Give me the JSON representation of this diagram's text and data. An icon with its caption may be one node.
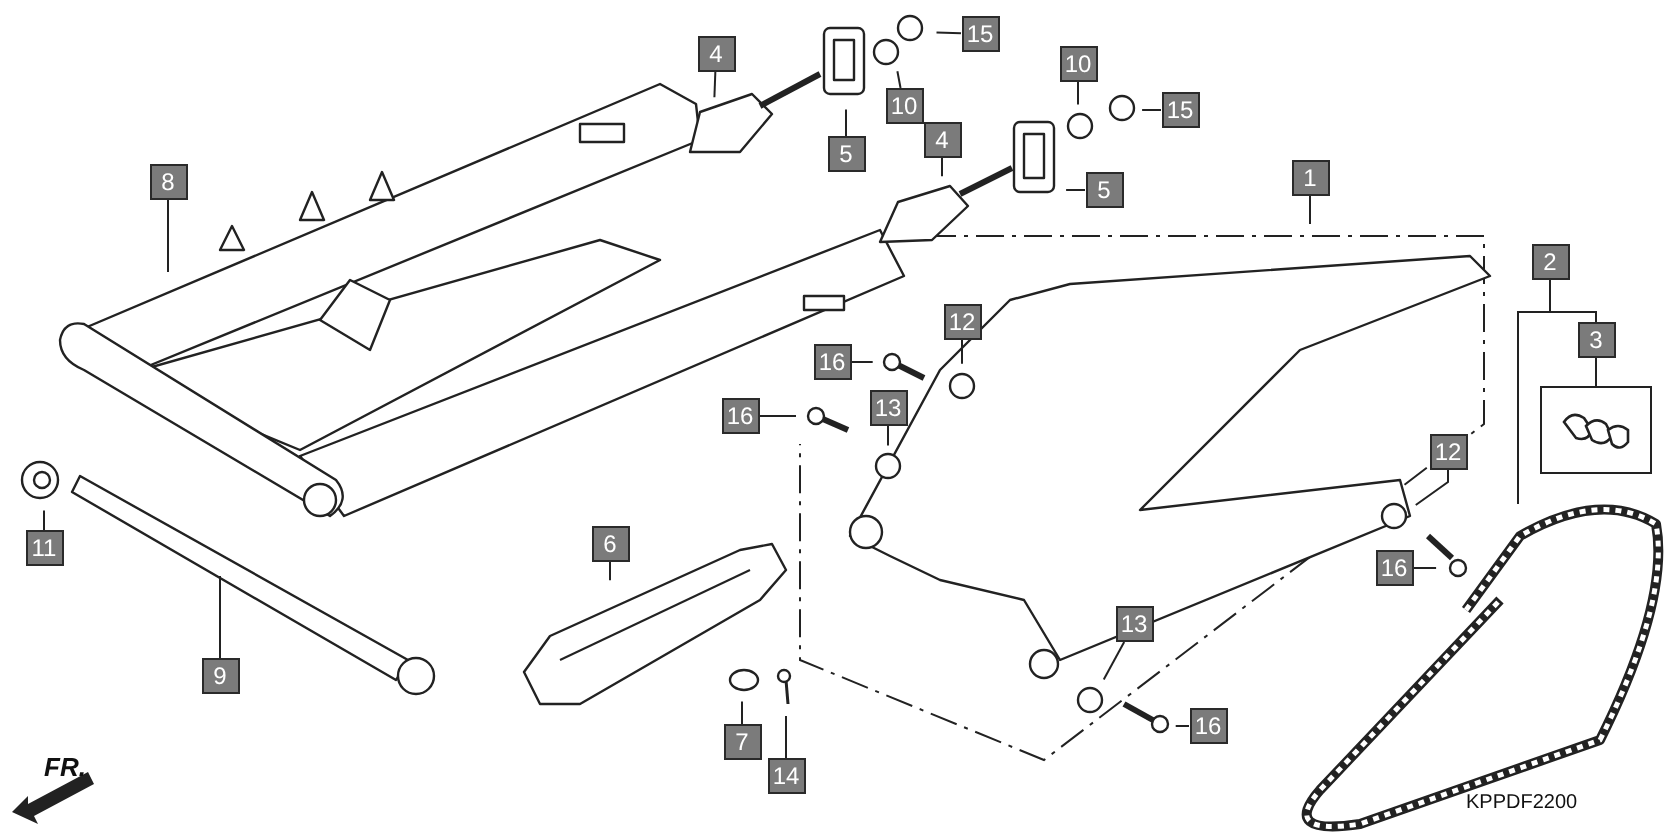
{
  "diagram": {
    "nodes": [
      {
        "text": [
          "4"
        ]
      },
      {
        "text": [
          "15"
        ]
      },
      {
        "text": [
          "10"
        ]
      },
      {
        "text": [
          "10"
        ]
      },
      {
        "text": [
          "15"
        ]
      },
      {
        "text": [
          "5"
        ]
      },
      {
        "text": [
          "4"
        ]
      },
      {
        "text": [
          "5"
        ]
      },
      {
        "text": [
          "8"
        ]
      },
      {
        "text": [
          "1"
        ]
      },
      {
        "text": [
          "2"
        ]
      },
      {
        "text": [
          "3"
        ]
      },
      {
        "text": [
          "12"
        ]
      },
      {
        "text": [
          "16"
        ]
      },
      {
        "text": [
          "13"
        ]
      },
      {
        "text": [
          "16"
        ]
      },
      {
        "text": [
          "12"
        ]
      },
      {
        "text": [
          "11"
        ]
      },
      {
        "text": [
          "6"
        ]
      },
      {
        "text": [
          "16"
        ]
      },
      {
        "text": [
          "9"
        ]
      },
      {
        "text": [
          "13"
        ]
      },
      {
        "text": [
          "7"
        ]
      },
      {
        "text": [
          "16"
        ]
      },
      {
        "text": [
          "14"
        ]
      },
      {
        "text": [],
        "shape": "box"
      }
    ],
    "edges": [
      {
        "from": 0,
        "to": null,
        "arrow": "none"
      },
      {
        "from": 1,
        "to": null,
        "arrow": "none"
      },
      {
        "from": 2,
        "to": null,
        "arrow": "none"
      },
      {
        "from": 3,
        "to": null,
        "arrow": "none"
      },
      {
        "from": 4,
        "to": null,
        "arrow": "none"
      },
      {
        "from": 5,
        "to": null,
        "arrow": "none"
      },
      {
        "from": 6,
        "to": null,
        "arrow": "none"
      },
      {
        "from": 7,
        "to": null,
        "arrow": "none"
      },
      {
        "from": 8,
        "to": null,
        "arrow": "none"
      },
      {
        "from": 9,
        "to": null,
        "arrow": "none"
      },
      {
        "from": 10,
        "to": null,
        "arrow": "none"
      },
      {
        "from": 10,
        "to": 11,
        "arrow": "none"
      },
      {
        "from": 11,
        "to": 25,
        "arrow": "none"
      },
      {
        "from": 12,
        "to": null,
        "arrow": "none"
      },
      {
        "from": 13,
        "to": null,
        "arrow": "none"
      },
      {
        "from": 14,
        "to": null,
        "arrow": "none"
      },
      {
        "from": 15,
        "to": null,
        "arrow": "none"
      },
      {
        "from": 16,
        "to": null,
        "arrow": "none"
      },
      {
        "from": 17,
        "to": null,
        "arrow": "none"
      },
      {
        "from": 18,
        "to": null,
        "arrow": "none"
      },
      {
        "from": 19,
        "to": null,
        "arrow": "none"
      },
      {
        "from": 20,
        "to": null,
        "arrow": "none"
      },
      {
        "from": 21,
        "to": null,
        "arrow": "none"
      },
      {
        "from": 22,
        "to": null,
        "arrow": "none"
      },
      {
        "from": 23,
        "to": null,
        "arrow": "none"
      },
      {
        "from": 24,
        "to": null,
        "arrow": "none"
      }
    ],
    "labels": [
      "FR.",
      "KPPDF2200"
    ]
  }
}
